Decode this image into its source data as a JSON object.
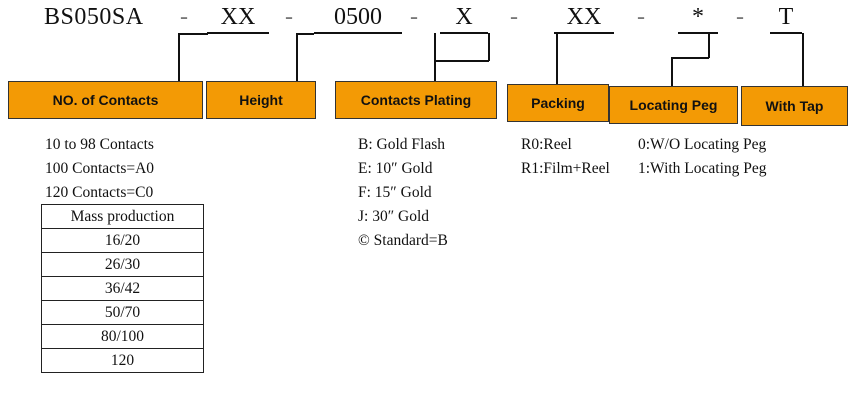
{
  "part_number": {
    "prefix": "BS050SA",
    "segments": [
      "XX",
      "0500",
      "X",
      "XX",
      "*",
      "T"
    ],
    "separator": "-"
  },
  "boxes": {
    "contacts": "NO. of Contacts",
    "height": "Height",
    "plating": "Contacts Plating",
    "packing": "Packing",
    "locating": "Locating Peg",
    "tap": "With Tap"
  },
  "contacts_notes": [
    "10 to 98 Contacts",
    "100 Contacts=A0",
    "120 Contacts=C0"
  ],
  "mass_production": {
    "header": "Mass production",
    "rows": [
      "16/20",
      "26/30",
      "36/42",
      "50/70",
      "80/100",
      "120"
    ]
  },
  "plating_options": [
    "B: Gold Flash",
    "E: 10″ Gold",
    "F: 15″ Gold",
    "J: 30″ Gold",
    "© Standard=B"
  ],
  "packing_options": [
    "R0:Reel",
    "R1:Film+Reel"
  ],
  "locating_options": [
    "0:W/O Locating Peg",
    "1:With Locating Peg"
  ]
}
